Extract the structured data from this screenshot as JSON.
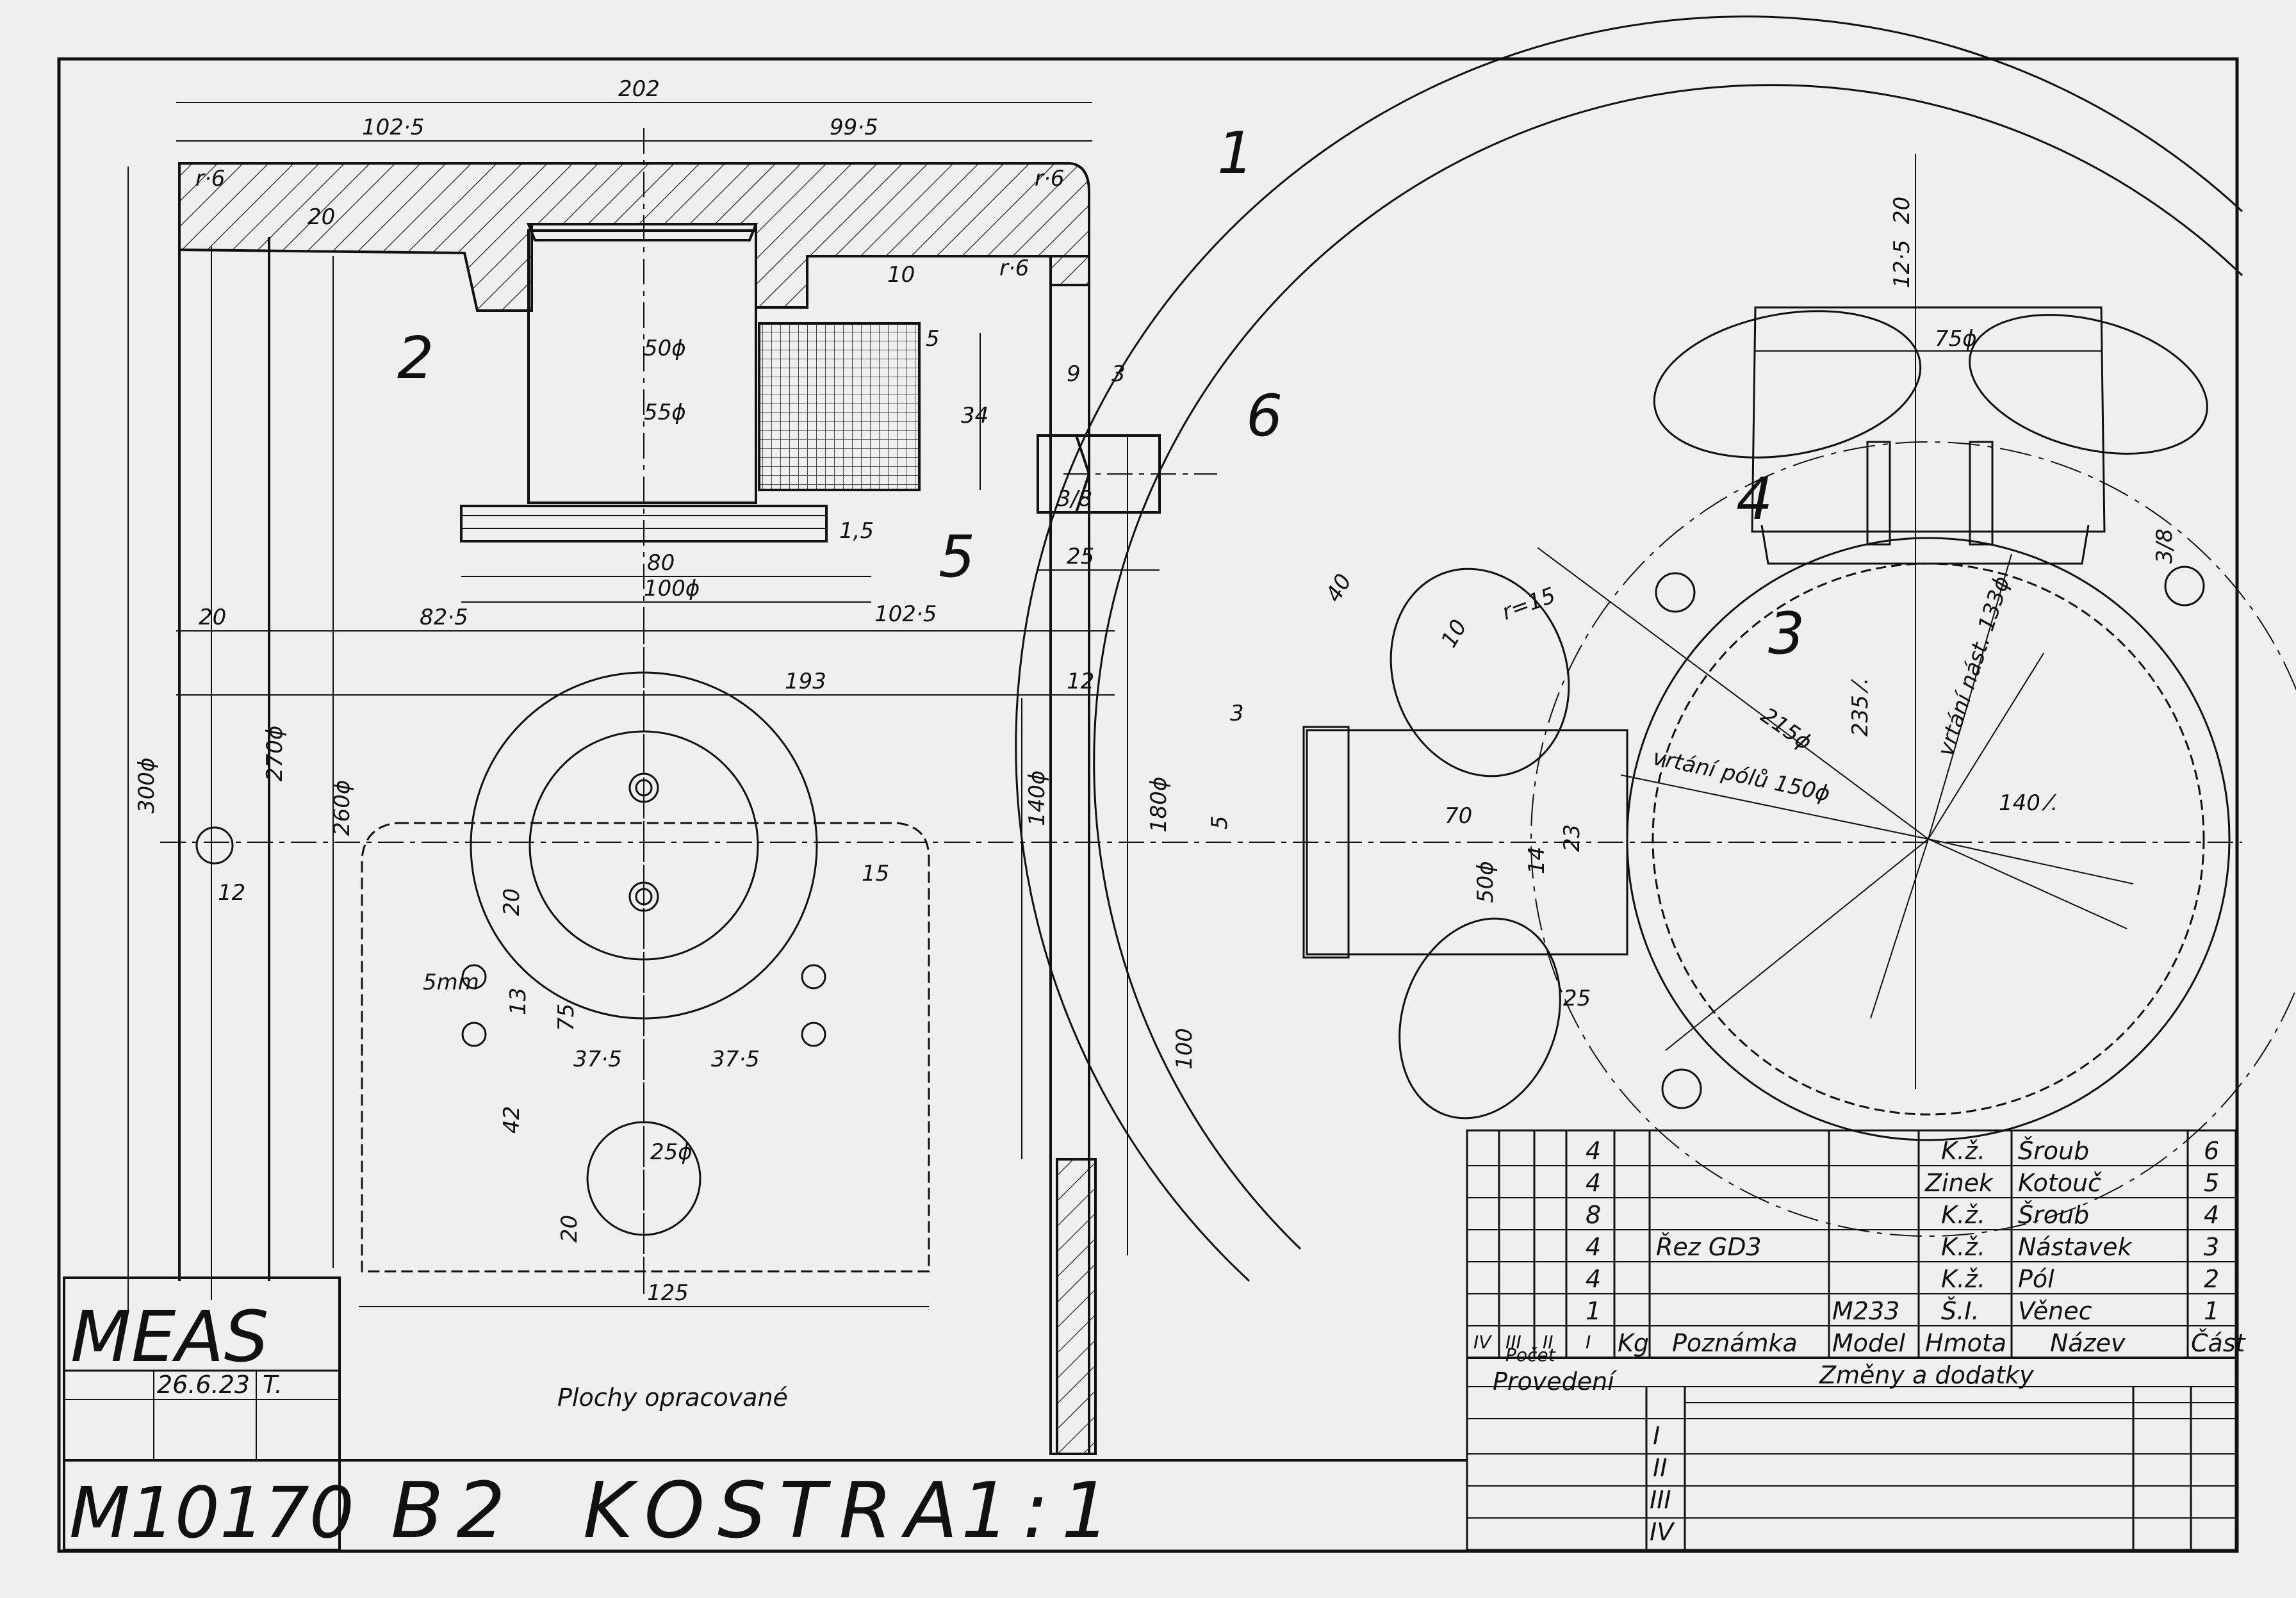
{
  "drawing": {
    "company": "MEAS",
    "date": "26.6.23",
    "drawn_by": "T.",
    "number": "M10170",
    "format": "B2",
    "title": "KOSTRA",
    "scale": "1:1",
    "note_machined": "Plochy opracované"
  },
  "part_numbers": [
    "1",
    "2",
    "3",
    "4",
    "5",
    "6"
  ],
  "dims": {
    "d202": "202",
    "d102_5_top": "102·5",
    "d99_5": "99·5",
    "r6a": "r·6",
    "r6b": "r·6",
    "r6c": "r·6",
    "d20_top": "20",
    "d10": "10",
    "d5": "5",
    "d34": "34",
    "d50phi": "50ϕ",
    "d55phi": "55ϕ",
    "d9": "9",
    "d3": "3",
    "d3_8": "3/8",
    "d15": "1,5",
    "d25": "25",
    "d80": "80",
    "d100phi": "100ϕ",
    "d102_5": "102·5",
    "d20_left": "20",
    "d82_5": "82·5",
    "d193": "193",
    "d12": "12",
    "d300phi": "300ϕ",
    "d270phi": "270ϕ",
    "d260phi": "260ϕ",
    "d12b": "12",
    "d140phi": "140ϕ",
    "d180phi": "180ϕ",
    "d15b": "15",
    "d5mm": "5mm",
    "d20c": "20",
    "d13": "13",
    "d75": "75",
    "d37_5a": "37·5",
    "d37_5b": "37·5",
    "d42": "42",
    "d25phi": "25ϕ",
    "d20d": "20",
    "d125": "125",
    "d3b": "3",
    "d5b": "5",
    "d100": "100",
    "d70": "70",
    "d50phi_b": "50ϕ",
    "d14": "14",
    "d23": "23",
    "d25b": "25",
    "d40": "40",
    "r15": "r=15",
    "d10b": "10",
    "d20r": "20",
    "d12_5": "12·5",
    "d75phi": "75ϕ",
    "d3_8b": "3/8",
    "vrtani_nast": "vrtání nást. 133ϕ",
    "d215phi": "215ϕ",
    "d235": "235 ⁄.",
    "vrtani_polu": "vrtání pólů 150ϕ",
    "d140": "140 ⁄."
  },
  "parts_list": {
    "rows": [
      {
        "count": "4",
        "note": "",
        "model": "",
        "weight": "",
        "material": "K.ž.",
        "name": "Šroub",
        "part": "6"
      },
      {
        "count": "4",
        "note": "",
        "model": "",
        "weight": "",
        "material": "Zinek",
        "name": "Kotouč",
        "part": "5"
      },
      {
        "count": "8",
        "note": "",
        "model": "",
        "weight": "",
        "material": "K.ž.",
        "name": "Šroub",
        "part": "4"
      },
      {
        "count": "4",
        "note": "Řez GD3",
        "model": "",
        "weight": "",
        "material": "K.ž.",
        "name": "Nástavek",
        "part": "3"
      },
      {
        "count": "4",
        "note": "",
        "model": "",
        "weight": "",
        "material": "K.ž.",
        "name": "Pól",
        "part": "2"
      },
      {
        "count": "1",
        "note": "",
        "model": "M233",
        "weight": "",
        "material": "Š.I.",
        "name": "Věnec",
        "part": "1"
      }
    ],
    "headers": {
      "iv": "IV",
      "iii": "III",
      "ii": "II",
      "i": "I",
      "pocet": "Počet",
      "kg": "Kg",
      "poznamka": "Poznámka",
      "model": "Model",
      "hmota": "Hmota",
      "nazev": "Název",
      "cast": "Část"
    }
  },
  "changes": {
    "provedeni": "Provedení",
    "title": "Změny a dodatky",
    "roman": [
      "I",
      "II",
      "III",
      "IV"
    ]
  }
}
